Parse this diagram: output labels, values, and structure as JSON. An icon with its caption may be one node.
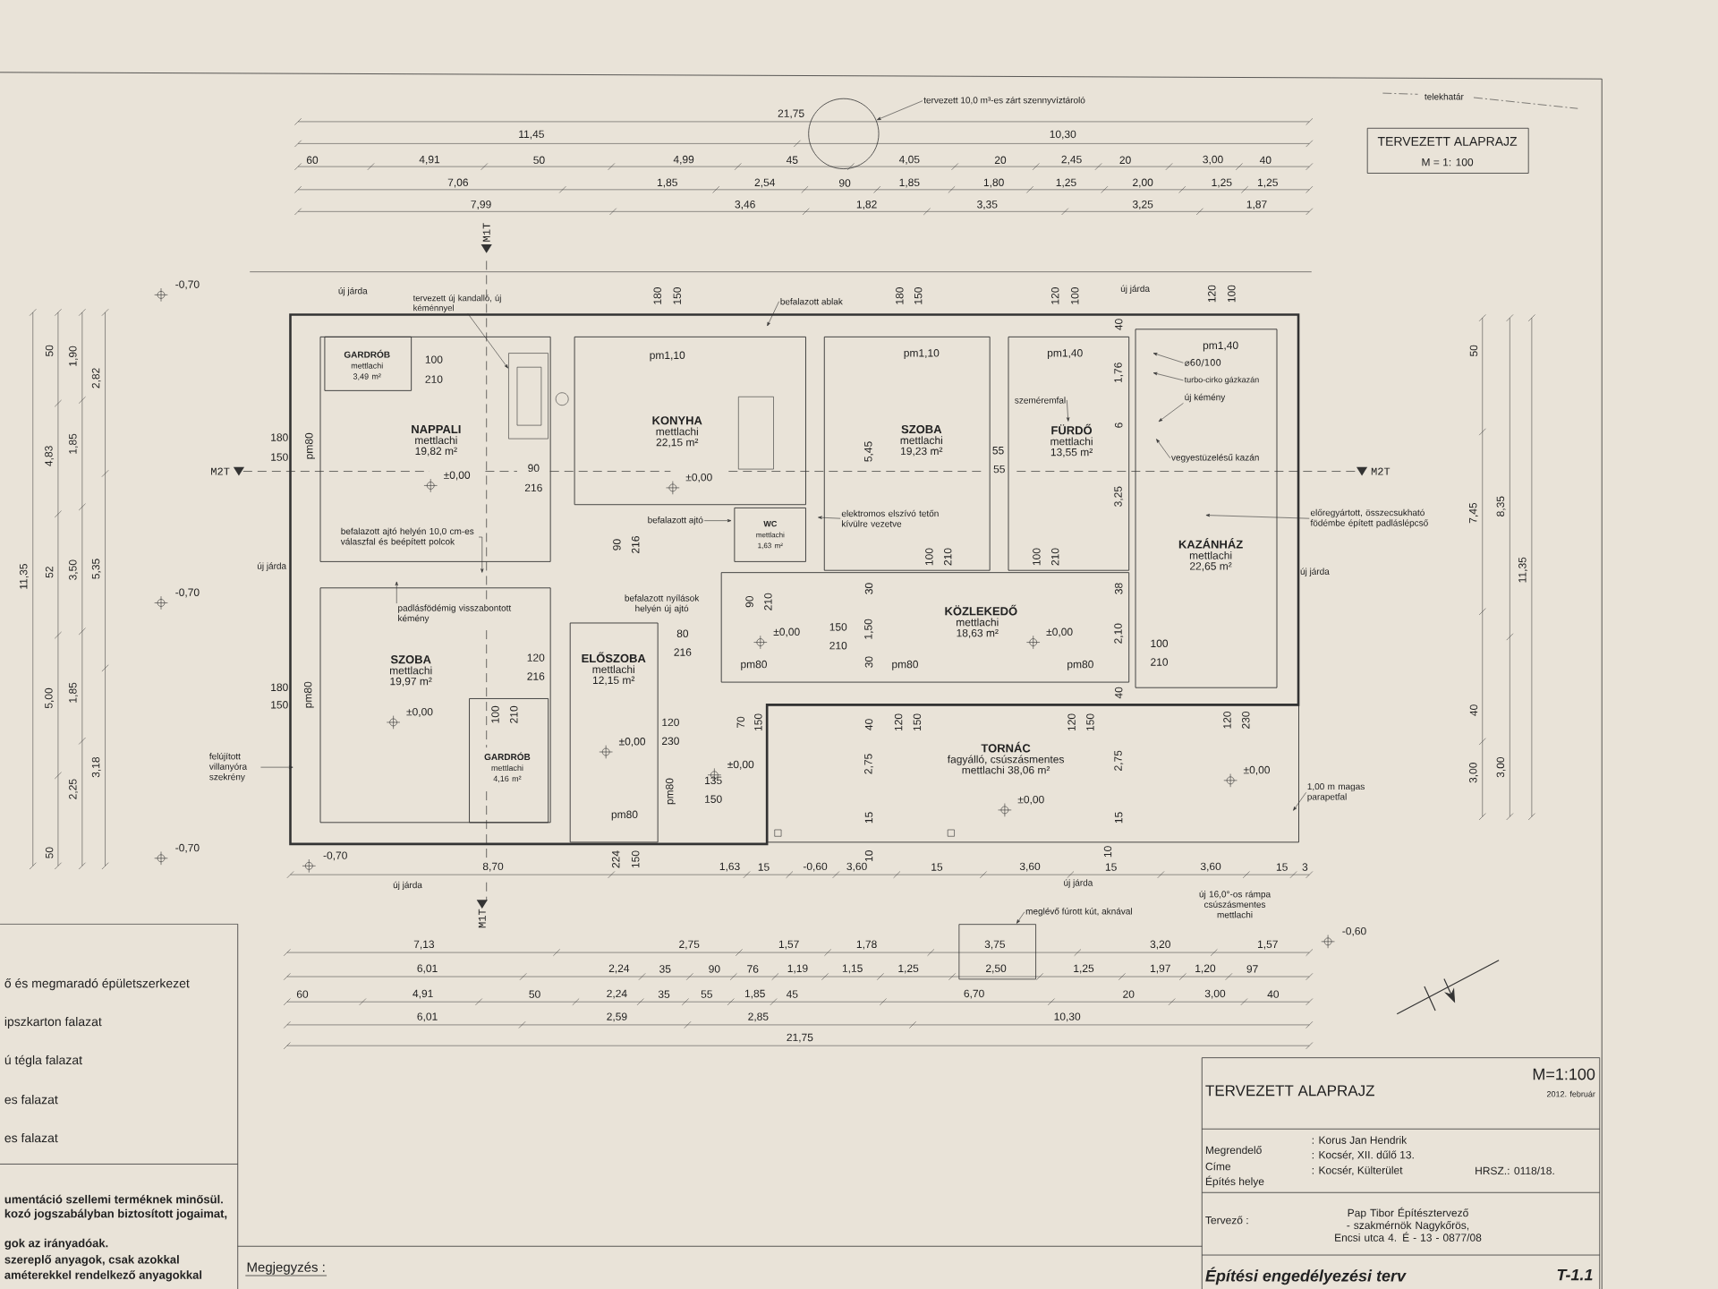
{
  "diagram": {
    "nodes": [
      {
        "text": [
          "NAPPALI",
          "mettlachi 19,82 m²"
        ]
      },
      {
        "text": [
          "GARDRÓB",
          "mettlachi 3,49 m²"
        ],
        "in": 0
      },
      {
        "text": [
          "KONYHA",
          "mettlachi 22,15 m²"
        ]
      },
      {
        "text": [
          "WC",
          "mettlachi 1,63 m²"
        ]
      },
      {
        "text": [
          "SZOBA",
          "mettlachi 19,97 m²"
        ]
      },
      {
        "text": [
          "GARDRÓB",
          "mettlachi 4,16 m²"
        ],
        "in": 4
      },
      {
        "text": [
          "ELŐSZOBA",
          "mettlachi 12,15 m²"
        ]
      },
      {
        "text": [
          "SZOBA",
          "mettlachi 19,23 m²"
        ]
      },
      {
        "text": [
          "FÜRDŐ",
          "mettlachi 13,55 m²"
        ]
      },
      {
        "text": [
          "KAZÁNHÁZ",
          "mettlachi 22,65 m²"
        ]
      },
      {
        "text": [
          "KÖZLEKEDŐ",
          "mettlachi 18,63 m²"
        ]
      },
      {
        "text": [
          "TORNÁC",
          "fagyálló, csúszásmentes mettlachi 38,06 m²"
        ]
      },
      {
        "text": [
          "tervezett 10,0 m³-es zárt szennyvíztároló"
        ]
      },
      {
        "text": [],
        "shape": "circle"
      },
      {
        "text": [
          "tervezett új kandalló, új kéménnyel"
        ]
      },
      {
        "text": [
          "befalazott ablak"
        ]
      },
      {
        "text": [
          "befalazott ajtó helyén 10,0 cm-es válaszfal és beépített polcok"
        ],
        "in": 0
      },
      {
        "text": [
          "befalazott ajtó"
        ]
      },
      {
        "text": [
          "elektromos elszívó tetőn kívülre vezetve"
        ],
        "in": 7
      },
      {
        "text": [
          "padlásfödémig visszabontott kémény"
        ],
        "in": 4
      },
      {
        "text": [
          "felújított villanyóra szekrény"
        ]
      },
      {
        "text": [
          "szeméremfal"
        ],
        "in": 8
      },
      {
        "text": [
          "⌀60/100"
        ],
        "in": 9
      },
      {
        "text": [
          "turbo-cirko gázkazán"
        ],
        "in": 9
      },
      {
        "text": [
          "új kémény"
        ],
        "in": 9
      },
      {
        "text": [
          "vegyestüzelésű kazán"
        ],
        "in": 9
      },
      {
        "text": [
          "előregyártott, összecsukható födémbe épített padláslépcső"
        ]
      },
      {
        "text": [
          "1,00 m magas parapetfal"
        ]
      },
      {
        "text": [
          "meglévő fúrott kút, aknával"
        ]
      },
      {
        "text": [],
        "shape": "box"
      },
      {
        "text": [],
        "shape": "picture",
        "in": 0
      }
    ],
    "edges": [
      {
        "from": 12,
        "to": 13,
        "arrow": "to"
      },
      {
        "from": 14,
        "to": 30,
        "arrow": "to"
      },
      {
        "from": 15,
        "to": null,
        "arrow": "to"
      },
      {
        "from": 16,
        "to": null,
        "arrow": "to"
      },
      {
        "from": 17,
        "to": null,
        "arrow": "to"
      },
      {
        "from": 18,
        "to": null,
        "arrow": "to"
      },
      {
        "from": 19,
        "to": null,
        "arrow": "to"
      },
      {
        "from": 20,
        "to": null,
        "arrow": "to"
      },
      {
        "from": 21,
        "to": null,
        "arrow": "to"
      },
      {
        "from": 22,
        "to": null,
        "arrow": "to"
      },
      {
        "from": 23,
        "to": null,
        "arrow": "to"
      },
      {
        "from": 24,
        "to": null,
        "arrow": "to"
      },
      {
        "from": 25,
        "to": null,
        "arrow": "to"
      },
      {
        "from": 26,
        "to": null,
        "arrow": "to"
      },
      {
        "from": 27,
        "to": null,
        "arrow": "to"
      },
      {
        "from": 28,
        "to": 29,
        "arrow": "to"
      }
    ],
    "labels": [
      "21,75",
      "11,45",
      "10,30",
      "60",
      "4,91",
      "50",
      "4,99",
      "45",
      "4,05",
      "20",
      "2,45",
      "20",
      "3,00",
      "40",
      "7,06",
      "1,85",
      "2,54",
      "90",
      "1,85",
      "1,80",
      "1,25",
      "2,00",
      "1,25",
      "1,25",
      "7,99",
      "3,46",
      "1,82",
      "3,35",
      "3,25",
      "1,87",
      "telekhatár",
      "TERVEZETT ALAPRAJZ",
      "M = 1: 100",
      "M1T",
      "-0,70",
      "új járda",
      "180",
      "150",
      "180",
      "150",
      "120",
      "100",
      "új járda",
      "120",
      "100",
      "40",
      "pm1,10",
      "pm1,10",
      "pm1,40",
      "pm1,40",
      "100",
      "210",
      "1,76",
      "6",
      "180",
      "150",
      "pm80",
      "5,45",
      "55",
      "M2T",
      "±0,00",
      "90",
      "216",
      "±0,00",
      "55",
      "M2T",
      "3,25",
      "90",
      "216",
      "100",
      "210",
      "100",
      "210",
      "új járda",
      "30",
      "38",
      "új járda",
      "-0,70",
      "befalazott nyílások helyén új ajtó",
      "90",
      "210",
      "1,50",
      "150",
      "210",
      "±0,00",
      "±0,00",
      "2,10",
      "80",
      "216",
      "100",
      "210",
      "120",
      "216",
      "pm80",
      "30",
      "pm80",
      "pm80",
      "180",
      "150",
      "pm80",
      "40",
      "100",
      "210",
      "±0,00",
      "70",
      "150",
      "40",
      "120",
      "150",
      "120",
      "150",
      "120",
      "230",
      "120",
      "±0,00",
      "230",
      "2,75",
      "2,75",
      "±0,00",
      "±0,00",
      "135",
      "150",
      "pm80",
      "±0,00",
      "pm80",
      "15",
      "15",
      "-0,70",
      "-0,70",
      "224",
      "150",
      "10",
      "10",
      "8,70",
      "1,63",
      "15",
      "-0,60",
      "3,60",
      "15",
      "3,60",
      "15",
      "3,60",
      "15",
      "3",
      "új járda",
      "új járda",
      "új 16,0°-os rámpa csúszásmentes mettlachi",
      "M1T",
      "-0,60",
      "7,13",
      "2,75",
      "1,57",
      "1,78",
      "3,75",
      "3,20",
      "1,57",
      "6,01",
      "2,24",
      "35",
      "90",
      "76",
      "1,19",
      "1,15",
      "1,25",
      "2,50",
      "1,25",
      "1,97",
      "1,20",
      "97",
      "60",
      "4,91",
      "50",
      "2,24",
      "35",
      "55",
      "1,85",
      "45",
      "6,70",
      "20",
      "3,00",
      "40",
      "6,01",
      "2,59",
      "2,85",
      "10,30",
      "21,75",
      "50",
      "4,83",
      "52",
      "5,00",
      "50",
      "1,90",
      "1,85",
      "3,50",
      "1,85",
      "2,25",
      "2,82",
      "5,35",
      "3,18",
      "11,35",
      "50",
      "7,45",
      "40",
      "3,00",
      "8,35",
      "3,00",
      "11,35",
      "ő és megmaradó épületszerkezet",
      "ipszkarton falazat",
      "ú tégla falazat",
      "es falazat",
      "es falazat",
      "umentáció szellemi terméknek minősül.",
      "kozó jogszabályban biztosított jogaimat,",
      "gok az irányadóak.",
      "szereplő anyagok, csak azokkal",
      "améterekkel rendelkező anyagokkal",
      "Megjegyzés :",
      "TERVEZETT ALAPRAJZ",
      "M=1:100",
      "2012. február",
      "Megrendelő",
      "Címe",
      "Építés helye",
      ": Korus Jan Hendrik",
      ": Kocsér, XII. dűlő 13.",
      ": Kocsér, Külterület",
      "HRSZ.: 0118/18.",
      "Tervező :",
      "Pap Tibor Építésztervező - szakmérnök Nagykőrös, Encsi utca 4. É - 13 - 0877/08",
      "Építési engedélyezési terv",
      "T-1.1"
    ]
  }
}
